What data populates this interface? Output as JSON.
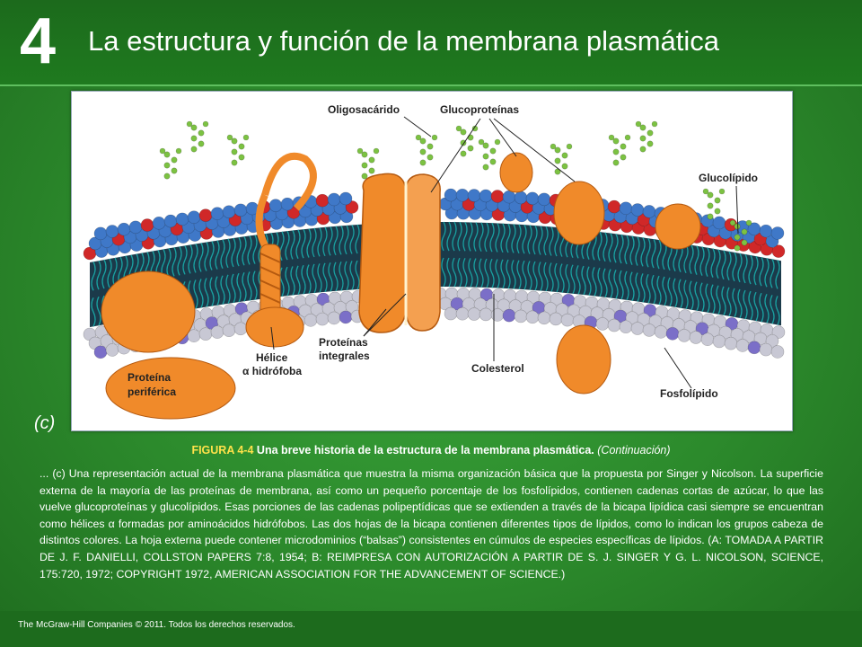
{
  "slide": {
    "chapter_number": "4",
    "title": "La estructura y función de la membrana plasmática"
  },
  "figure": {
    "panel_label": "(c)",
    "labels": {
      "oligosacarido": "Oligosacárido",
      "glucoproteinas": "Glucoproteínas",
      "glucolipido": "Glucolípido",
      "helice_1": "Hélice",
      "helice_2": "α hidrófoba",
      "proteinas_1": "Proteínas",
      "proteinas_2": "integrales",
      "colesterol": "Colesterol",
      "fosfolipido": "Fosfolípido",
      "periferica_1": "Proteína",
      "periferica_2": "periférica"
    },
    "colors": {
      "protein": "#f08a2a",
      "head_blue": "#3f78c8",
      "head_red": "#d02828",
      "head_gray": "#c8c8d4",
      "tail": "#1aa0a0",
      "sugar": "#7cc242"
    }
  },
  "caption": {
    "fig_number": "FIGURA 4-4",
    "fig_title": "Una breve historia de la estructura de la membrana plasmática.",
    "continuation": "(Continuación)",
    "body": "... (c) Una representación actual de la membrana plasmática que muestra la misma organización básica que la propuesta por Singer y Nicolson. La superficie externa de la mayoría de las proteínas de membrana, así como un pequeño porcentaje de los fosfolípidos, contienen cadenas cortas de azúcar, lo que las vuelve glucoproteínas y glucolípidos. Esas porciones de las cadenas polipeptídicas que se extienden a través de la bicapa lipídica casi siempre se encuentran como hélices α formadas por aminoácidos hidrófobos. Las dos hojas de la bicapa contienen diferentes tipos de lípidos, como lo indican los grupos cabeza de distintos colores. La hoja externa puede contener microdominios (“balsas”) consistentes en cúmulos de especies específicas de lípidos. (A: TOMADA A PARTIR DE J. F. DANIELLI, COLLSTON PAPERS 7:8, 1954; B: REIMPRESA CON AUTORIZACIÓN A PARTIR DE S. J. SINGER Y G. L. NICOLSON, SCIENCE, 175:720, 1972; COPYRIGHT 1972, AMERICAN ASSOCIATION FOR THE ADVANCEMENT OF SCIENCE.)"
  },
  "footer": {
    "copyright": "The McGraw-Hill Companies © 2011. Todos los derechos reservados."
  }
}
